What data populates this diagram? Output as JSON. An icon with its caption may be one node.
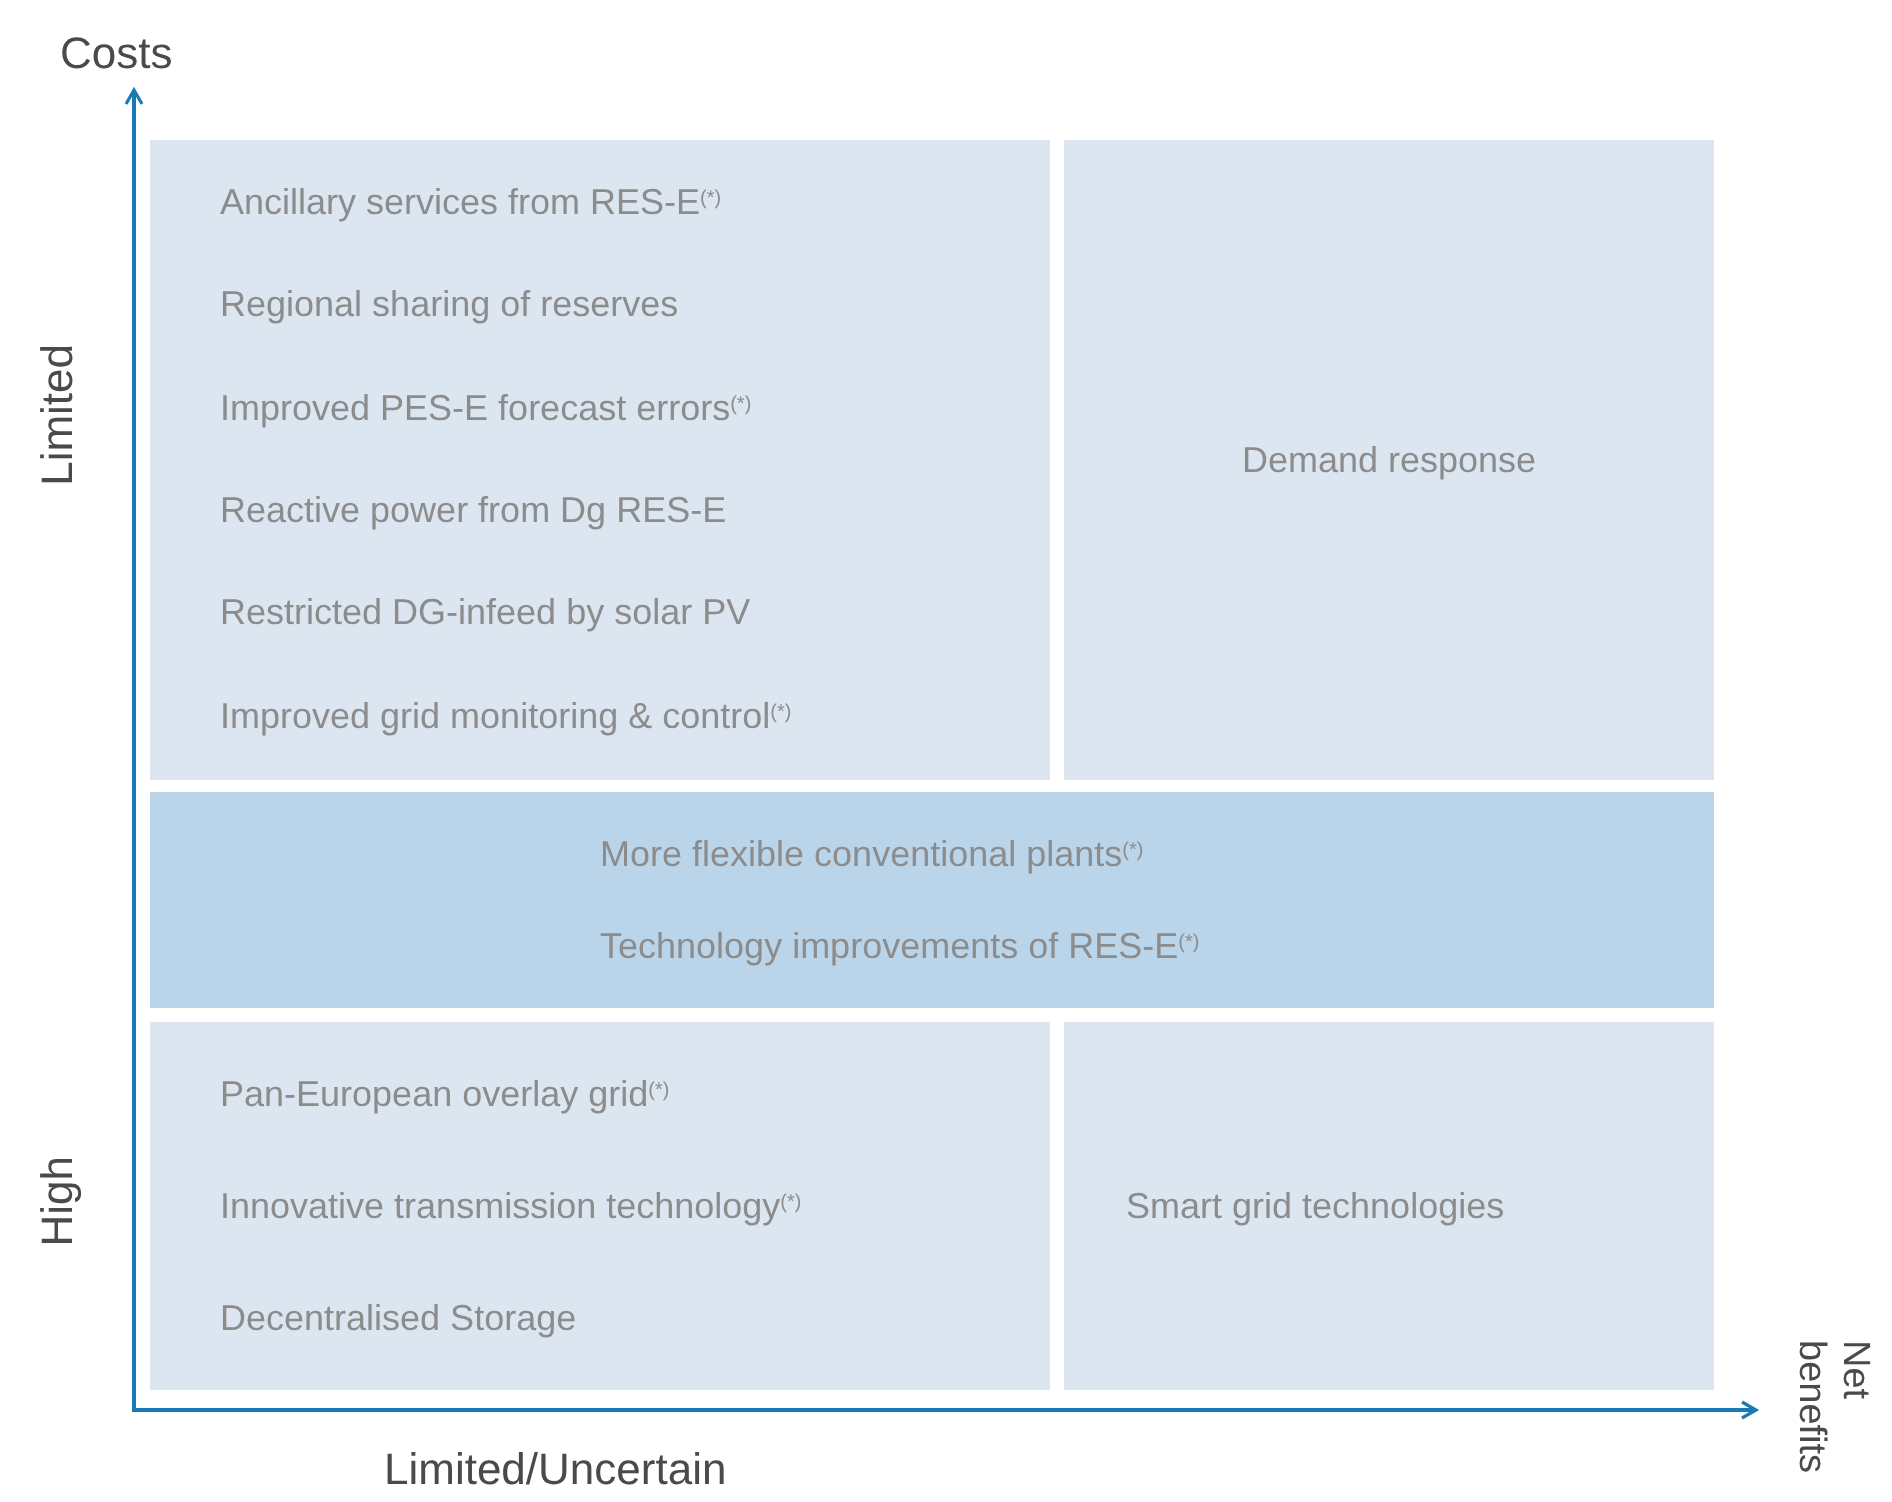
{
  "diagram": {
    "nodes": [
      {
        "text": [
          "Ancillary services from RES-E$^{(*)}$",
          "Regional sharing of reserves",
          "Improved PES-E forecast errors$^{(*)}$",
          "Reactive power from Dg RES-E",
          "Restricted DG-infeed by solar PV",
          "Improved grid monitoring & control$^{(*)}$"
        ]
      },
      {
        "text": [
          "Demand response"
        ]
      },
      {
        "text": [
          "More flexible conventional plants$^{(*)}$",
          "Technology improvements of RES-E$^{(*)}$"
        ]
      },
      {
        "text": [
          "Pan-European overlay grid$^{(*)}$",
          "Innovative transmission technology$^{(*)}$",
          "Decentralised Storage"
        ]
      },
      {
        "text": [
          "Smart grid technologies"
        ]
      }
    ],
    "edges": [],
    "labels": [
      "Costs",
      "Limited",
      "High",
      "Net benefits",
      "Limited/Uncertain"
    ]
  }
}
